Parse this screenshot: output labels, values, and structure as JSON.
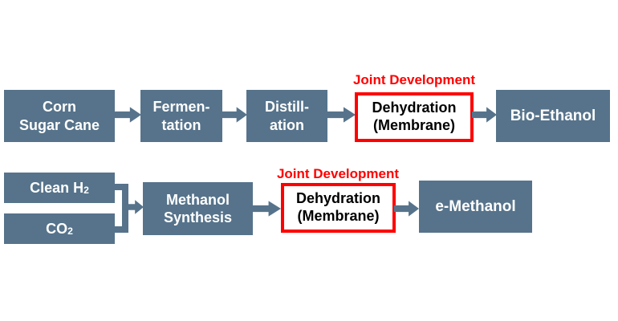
{
  "colors": {
    "box_fill": "#56738B",
    "box_text": "#FFFFFF",
    "highlight_red": "#FF0000",
    "highlight_text": "#000000"
  },
  "ethanol_flow": {
    "source": {
      "line1": "Corn",
      "line2": "Sugar Cane"
    },
    "step_fermentation": {
      "line1": "Fermen-",
      "line2": "tation"
    },
    "step_distillation": {
      "line1": "Distill-",
      "line2": "ation"
    },
    "joint_development_label": "Joint Development",
    "highlight_step": {
      "line1": "Dehydration",
      "line2": "(Membrane)"
    },
    "product": "Bio-Ethanol"
  },
  "methanol_flow": {
    "source_h2": {
      "text": "Clean H",
      "subscript": "2"
    },
    "source_co2": {
      "text": "CO",
      "subscript": "2"
    },
    "step_synthesis": {
      "line1": "Methanol",
      "line2": "Synthesis"
    },
    "joint_development_label": "Joint Development",
    "highlight_step": {
      "line1": "Dehydration",
      "line2": "(Membrane)"
    },
    "product": "e-Methanol"
  }
}
